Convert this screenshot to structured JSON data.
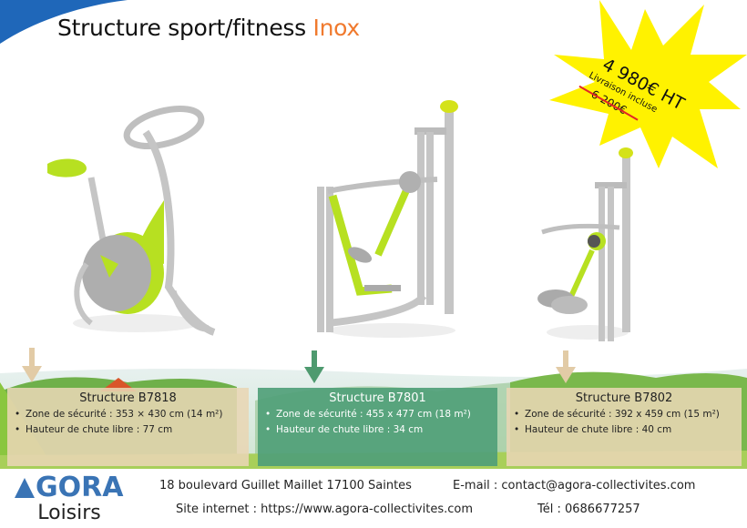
{
  "header": {
    "title_main": "Structure sport/fitness ",
    "title_accent": "Inox",
    "accent_color": "#f07a2e",
    "corner_color": "#1f67b9"
  },
  "price_badge": {
    "price": "4 980€ HT",
    "delivery": "Livraison incluse",
    "old_price": "6 200€",
    "badge_color": "#fff200",
    "strike_color": "#e32525"
  },
  "products": [
    {
      "name": "Structure B7818",
      "type": "velo",
      "safety_zone": "Zone de sécurité : 353 × 430 cm (14 m²)",
      "fall_height": "Hauteur de chute libre : 77 cm",
      "card_style": "tan"
    },
    {
      "name": "Structure B7801",
      "type": "marcheur",
      "safety_zone": "Zone de sécurité : 455 x 477 cm (18 m²)",
      "fall_height": "Hauteur de chute libre : 34 cm",
      "card_style": "green"
    },
    {
      "name": "Structure B7802",
      "type": "twister",
      "safety_zone": "Zone de sécurité : 392 x 459 cm (15 m²)",
      "fall_height": "Hauteur de chute libre : 40 cm",
      "card_style": "tan"
    }
  ],
  "footer": {
    "logo_top": "GORA",
    "logo_bottom": "Loisirs",
    "address": "18 boulevard Guillet Maillet 17100 Saintes",
    "email": "E-mail : contact@agora-collectivites.com",
    "website": "Site internet : https://www.agora-collectivites.com",
    "phone": "Tél : 0686677257"
  }
}
